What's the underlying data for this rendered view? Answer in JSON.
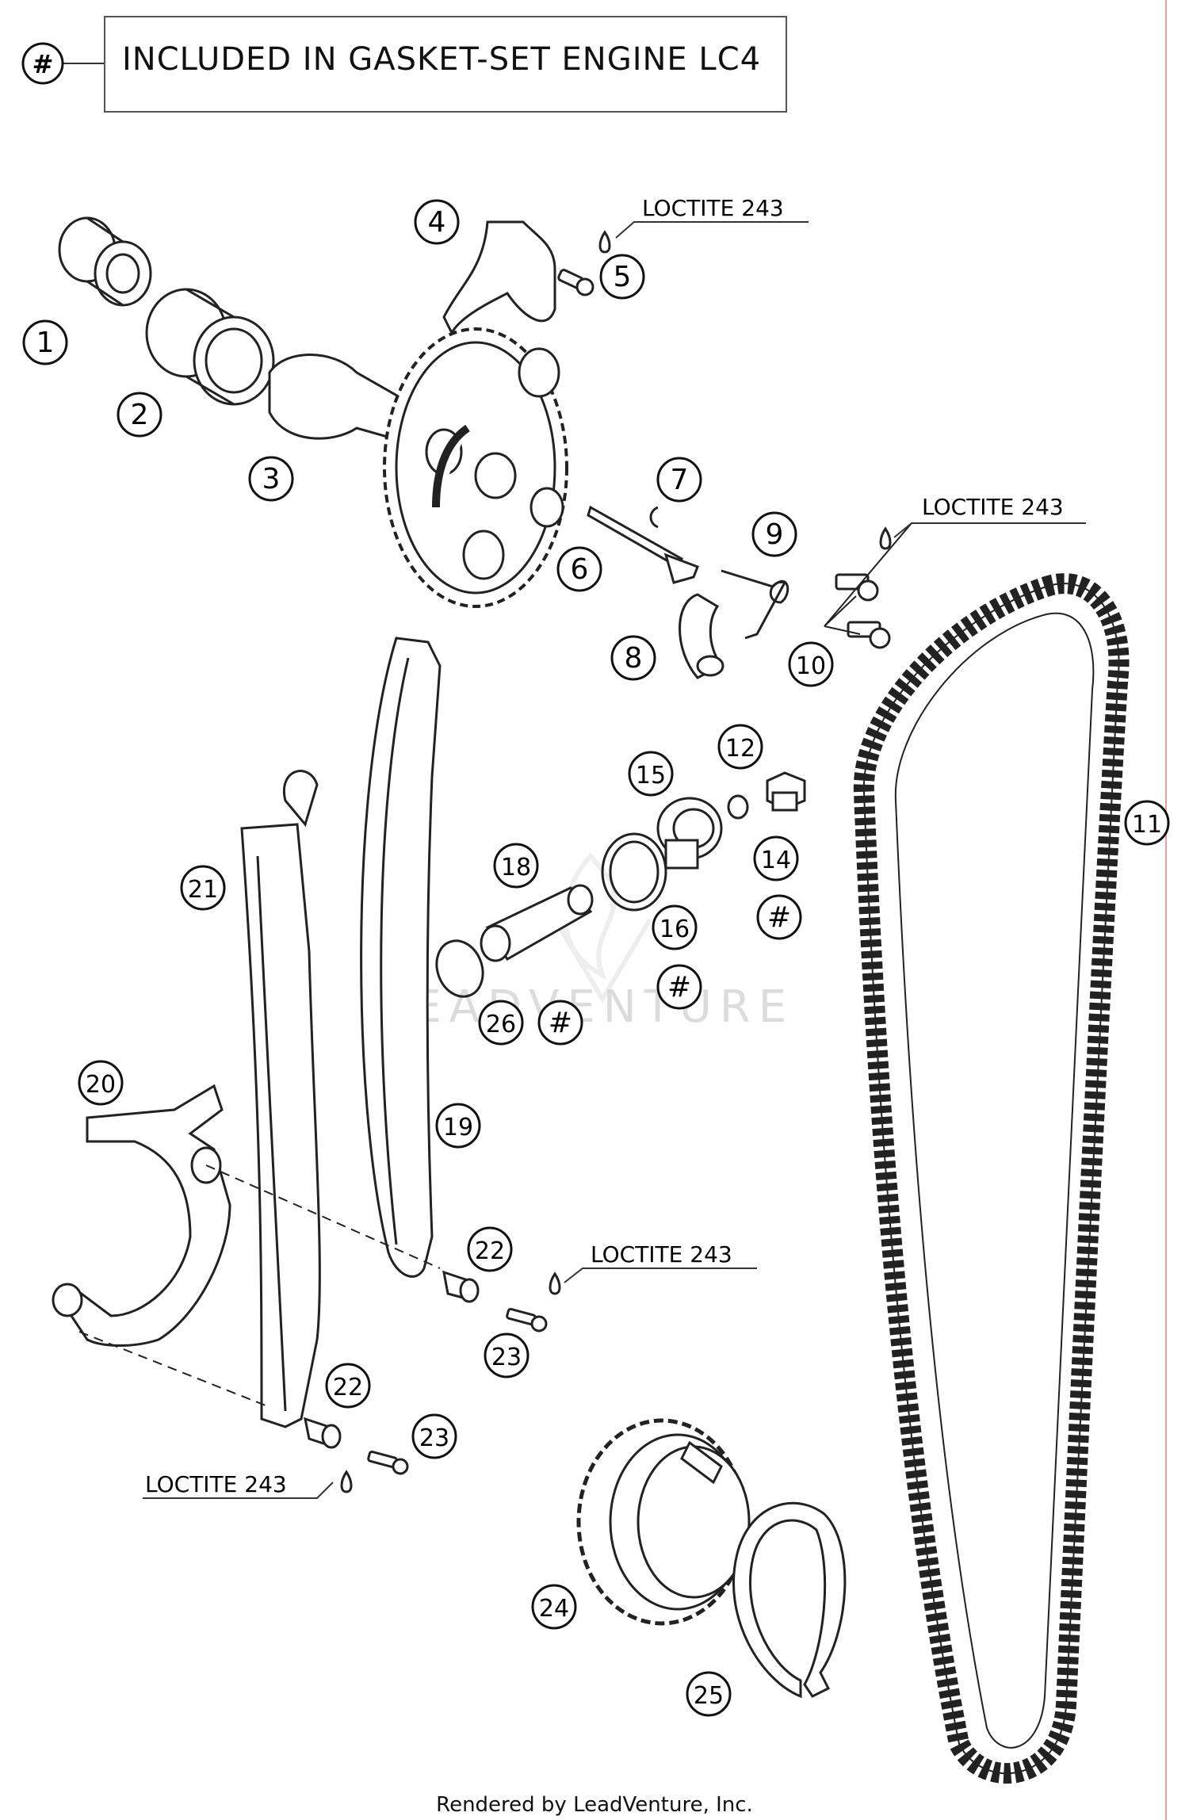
{
  "legend": {
    "symbol": "#",
    "text": "INCLUDED IN GASKET-SET ENGINE LC4"
  },
  "loctite_label": "LOCTITE 243",
  "watermark": "LEADVENTURE",
  "footer": "Rendered by LeadVenture, Inc.",
  "callouts": [
    "1",
    "2",
    "3",
    "4",
    "5",
    "6",
    "7",
    "8",
    "9",
    "10",
    "11",
    "12",
    "14",
    "15",
    "16",
    "18",
    "19",
    "20",
    "21",
    "22",
    "23",
    "24",
    "25",
    "26"
  ],
  "gasket_mark": "#"
}
